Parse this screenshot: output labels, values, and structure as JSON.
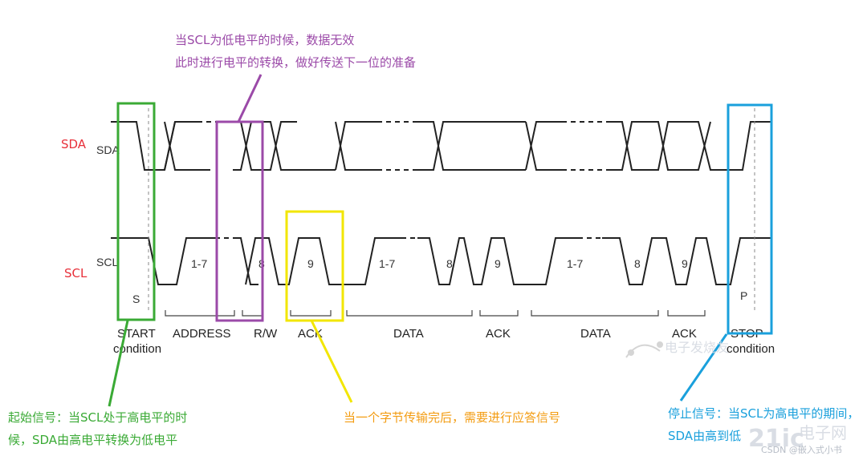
{
  "colors": {
    "purple": "#9b4aa8",
    "green": "#3aaa35",
    "yellow": "#f2e600",
    "blue": "#1aa0dc",
    "red": "#e8303a",
    "orange": "#f39c12",
    "wave": "#222222"
  },
  "labels": {
    "sda": "SDA",
    "scl": "SCL"
  },
  "trace": {
    "sda": "SDA",
    "scl": "SCL"
  },
  "bits": {
    "addr": "1-7",
    "rw_bit": "8",
    "ack1": "9",
    "data1": "1-7",
    "data1_8": "8",
    "ack2": "9",
    "data2": "1-7",
    "data2_8": "8",
    "ack3": "9",
    "s": "S",
    "p": "P"
  },
  "phases": {
    "start": "START",
    "condition": "condition",
    "address": "ADDRESS",
    "rw": "R/W",
    "ack1": "ACK",
    "data1": "DATA",
    "ack2": "ACK",
    "data2": "DATA",
    "ack3": "ACK",
    "stop": "STOP",
    "stop_condition": "condition"
  },
  "annotations": {
    "top1": "当SCL为低电平的时候，数据无效",
    "top2": "此时进行电平的转换，做好传送下一位的准备",
    "start1": "起始信号：当SCL处于高电平的时",
    "start2": "候，SDA由高电平转换为低电平",
    "ack": "当一个字节传输完后，需要进行应答信号",
    "stop1": "停止信号：当SCL为高电平的期间，",
    "stop2": "SDA由高到低"
  },
  "watermark": {
    "logo_cn": "电子发烧友",
    "site_cn": "电子网",
    "brand": "21ic",
    "csdn": "CSDN @嵌入式小书"
  }
}
